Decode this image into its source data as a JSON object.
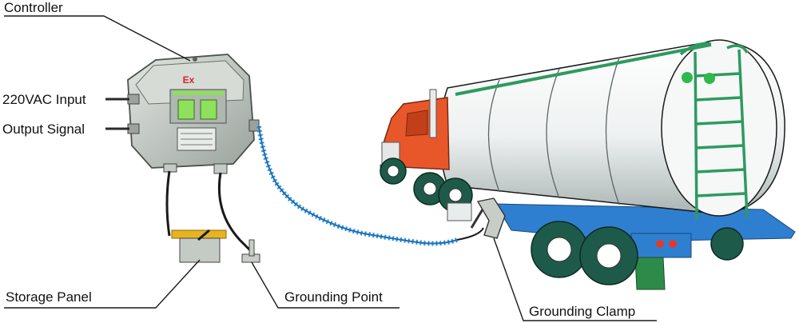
{
  "labels": {
    "controller": "Controller",
    "power_input": "220VAC Input",
    "output_signal": "Output Signal",
    "storage_panel": "Storage Panel",
    "grounding_point": "Grounding Point",
    "grounding_clamp": "Grounding Clamp"
  },
  "controller_marking": "Ex",
  "colors": {
    "enclosure": "#c9cfc8",
    "enclosure_dark": "#8e9690",
    "display": "#8fe05a",
    "cable_coil": "#2f8fd8",
    "truck_cab": "#e8572a",
    "tank": "#f2f4f4",
    "tank_shade": "#9ea8a8",
    "ladder": "#2e9a60",
    "wheel": "#1d5a4a",
    "chassis": "#2f7fd0",
    "panel_bracket": "#e7b320"
  }
}
